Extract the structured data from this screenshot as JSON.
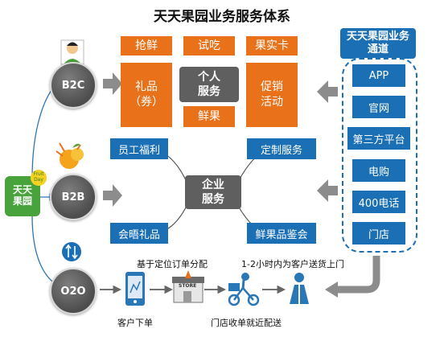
{
  "title": "天天果园业务服务体系",
  "logo": {
    "text": "天天果园",
    "tag": "Fruit Day"
  },
  "b2c": {
    "circle": "B2C",
    "top": [
      "抢鲜",
      "试吃",
      "果实卡"
    ],
    "left": "礼品（券）",
    "center": "个人服务",
    "fresh": "鲜果",
    "right": "促销活动"
  },
  "b2b": {
    "circle": "B2B",
    "center": "企业服务",
    "items": [
      "员工福利",
      "定制服务",
      "会晤礼品",
      "鲜果品鉴会"
    ]
  },
  "o2o": {
    "circle": "O2O",
    "step1": "基于定位订单分配",
    "step2": "1-2小时内为客户送货上门",
    "bottom1": "客户下单",
    "bottom2": "门店收单就近配送",
    "store_sign": "STORE"
  },
  "channels": {
    "header": "天天果园业务通道",
    "items": [
      "APP",
      "官网",
      "第三方平台",
      "电购",
      "400电话",
      "门店"
    ]
  },
  "colors": {
    "orange": "#e8711a",
    "blue": "#1b6fb4",
    "gray": "#5f5f5f",
    "green": "#49a33c"
  }
}
